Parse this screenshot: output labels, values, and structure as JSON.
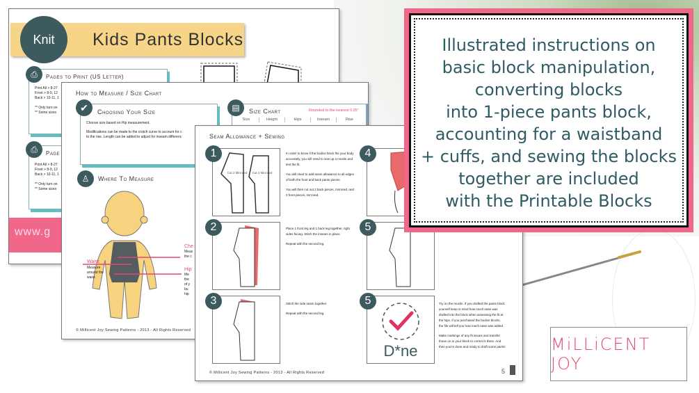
{
  "callout": {
    "lines": [
      "Illustrated instructions on",
      "basic block manipulation,",
      "converting blocks",
      "into 1-piece pants block,",
      "accounting for a waistband",
      "+ cuffs, and sewing the blocks",
      "together are included",
      "with the Printable Blocks"
    ]
  },
  "logo": {
    "text": "MiLLiCENT JOY"
  },
  "page_cover": {
    "badge": "Knit",
    "title": "Kids Pants Blocks",
    "box1": {
      "title": "Pages to Print (US Letter)",
      "lines": [
        "Print All > 8-27",
        "Front > 8-9, 12",
        "Back > 10-11, 1",
        "** Only turn on",
        "** Some sizes"
      ]
    },
    "box2": {
      "title": "Page",
      "lines": [
        "Print All > 8-27",
        "Front > 8-9, 12",
        "Back > 10-11, 1",
        "** Only turn on",
        "** Some sizes"
      ]
    },
    "website": "www.g"
  },
  "page_measure": {
    "title": "How to Measure / Size Chart",
    "choosing": {
      "title": "Choosing Your Size",
      "p1": "Choose size based on Hip measurement.",
      "p2": "Modifications can be made to the crotch curve to account for c",
      "p3": "to the rise.  Length can be added to adjust for inseam differenc"
    },
    "size_chart": {
      "title": "Size Chart",
      "note": "Rounded to the nearest 0.25\"",
      "columns": [
        "Size",
        "Height",
        "Hips",
        "Inseam",
        "Rise"
      ]
    },
    "where": {
      "title": "Where To Measure"
    },
    "labels": {
      "waist": "Waist",
      "waist_desc": [
        "Measure",
        "around the",
        "waist."
      ],
      "chest": "Che",
      "chest_desc": [
        "Meas",
        "the c"
      ],
      "hip": "Hip",
      "hip_desc": [
        "Me",
        "the",
        "of y",
        "bu",
        "hip"
      ]
    },
    "footer": "© Millicent Joy Sewing Patterns - 2013 - All Rights Reserved"
  },
  "page_sewing": {
    "title": "Seam Allowance + Sewing",
    "steps": [
      {
        "num": "1",
        "piece_label": "Cut 2 Mirrored",
        "text": [
          "In order to know if the bodice block fits your body accurately, you will need to sew up a muslin and test the fit.",
          "You will need to add seam allowance to all edges of both the front and back pants pieces.",
          "You will then cut out 2 back pieces, mirrored, and 2 front pieces, mirrored."
        ]
      },
      {
        "num": "2",
        "text": [
          "Place 1 front leg and 1 back leg together, right sides facing.  Stitch the inseam in place.",
          "Repeat with the second leg."
        ]
      },
      {
        "num": "3",
        "text": [
          "Stitch the side seam together.",
          "Repeat with the second leg."
        ]
      },
      {
        "num": "4"
      },
      {
        "num": "5"
      },
      {
        "num": "5",
        "done": "D*ne",
        "text": [
          "Try on the muslin.  If you drafted the pants block yourself keep in mind how much ease was drafted into the block when assessing the fit at the hips.  If you purchased the bodice blocks, the file will tell you how much ease was added.",
          "Make markings of any fit issues and transfer those on to your block to correct it there.  And then you're done and ready to draft some pants!"
        ]
      }
    ],
    "footer": "© Millicent Joy Sewing Patterns - 2013 - All Rights Reserved",
    "page_number": "5"
  },
  "colors": {
    "pink": "#f0678a",
    "teal": "#3d5a5e",
    "yellow": "#f6d488",
    "aqua": "#5fc0c6",
    "text_teal": "#2f5b62"
  }
}
